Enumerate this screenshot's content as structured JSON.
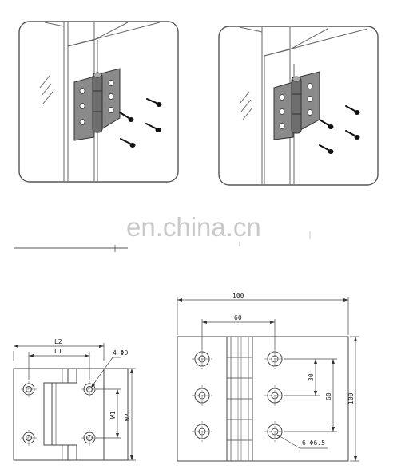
{
  "watermark": {
    "text": "en.china.cn"
  },
  "drawing_small": {
    "labels": {
      "l2": "L2",
      "l1": "L1",
      "hole": "4-ΦD",
      "w1": "W1",
      "w2": "W2"
    }
  },
  "drawing_large": {
    "labels": {
      "overall_width": "100",
      "inner_width": "60",
      "pitch": "30",
      "hole_span": "60",
      "height": "100",
      "holes": "6-Φ6.5"
    }
  },
  "colors": {
    "line": "#444444",
    "hinge_plate": "#8a8a8a",
    "hinge_dark": "#555555",
    "watermark": "#c9c9c9"
  }
}
